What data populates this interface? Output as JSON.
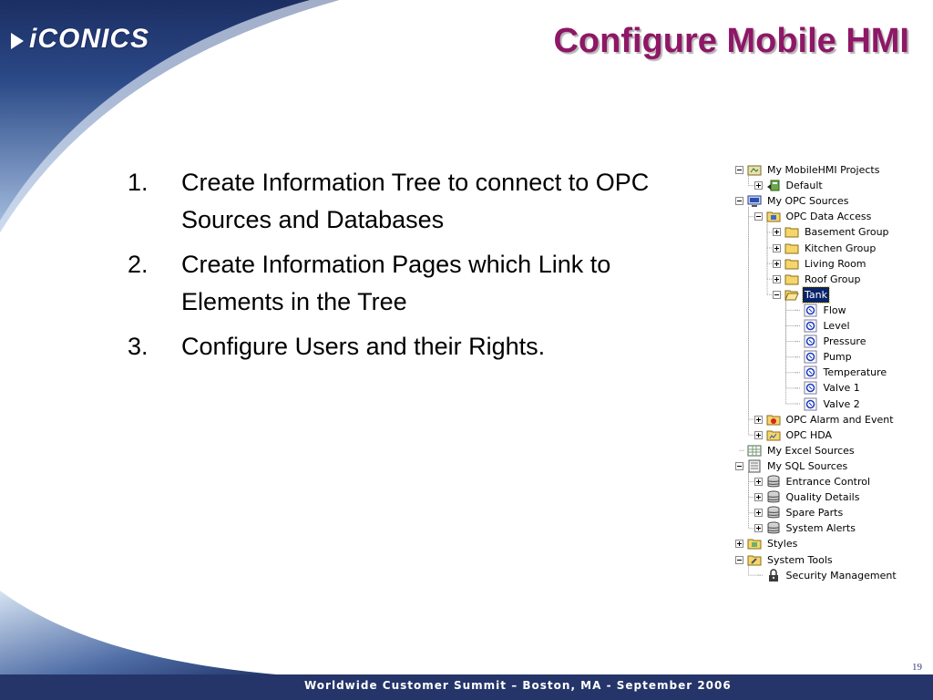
{
  "brand": {
    "logo_text": "iCONICS"
  },
  "slide": {
    "title": "Configure Mobile HMI",
    "steps": [
      {
        "num": "1.",
        "text": "Create Information Tree to connect to OPC Sources and Databases"
      },
      {
        "num": "2.",
        "text": "Create Information Pages which Link to Elements in the Tree"
      },
      {
        "num": "3.",
        "text": "Configure Users and their Rights."
      }
    ],
    "footer": "Worldwide Customer Summit – Boston, MA - September 2006",
    "page_number": "19"
  },
  "tree": {
    "nodes": [
      {
        "label": "My MobileHMI Projects",
        "depth": 0,
        "expander": "minus",
        "icon": "mobile-projects-icon"
      },
      {
        "label": "Default",
        "depth": 1,
        "expander": "plus",
        "icon": "project-icon"
      },
      {
        "label": "My OPC Sources",
        "depth": 0,
        "expander": "minus",
        "icon": "opc-sources-icon"
      },
      {
        "label": "OPC Data Access",
        "depth": 1,
        "expander": "minus",
        "icon": "opc-folder-icon"
      },
      {
        "label": "Basement Group",
        "depth": 2,
        "expander": "plus",
        "icon": "folder-icon"
      },
      {
        "label": "Kitchen Group",
        "depth": 2,
        "expander": "plus",
        "icon": "folder-icon"
      },
      {
        "label": "Living Room",
        "depth": 2,
        "expander": "plus",
        "icon": "folder-icon"
      },
      {
        "label": "Roof Group",
        "depth": 2,
        "expander": "plus",
        "icon": "folder-icon"
      },
      {
        "label": "Tank",
        "depth": 2,
        "expander": "minus",
        "icon": "open-folder-icon",
        "selected": true
      },
      {
        "label": "Flow",
        "depth": 3,
        "expander": "none",
        "icon": "tag-icon"
      },
      {
        "label": "Level",
        "depth": 3,
        "expander": "none",
        "icon": "tag-icon"
      },
      {
        "label": "Pressure",
        "depth": 3,
        "expander": "none",
        "icon": "tag-icon"
      },
      {
        "label": "Pump",
        "depth": 3,
        "expander": "none",
        "icon": "tag-icon"
      },
      {
        "label": "Temperature",
        "depth": 3,
        "expander": "none",
        "icon": "tag-icon"
      },
      {
        "label": "Valve 1",
        "depth": 3,
        "expander": "none",
        "icon": "tag-icon"
      },
      {
        "label": "Valve 2",
        "depth": 3,
        "expander": "none",
        "icon": "tag-icon"
      },
      {
        "label": "OPC Alarm and Event",
        "depth": 1,
        "expander": "plus",
        "icon": "alarm-folder-icon"
      },
      {
        "label": "OPC HDA",
        "depth": 1,
        "expander": "plus",
        "icon": "hda-folder-icon"
      },
      {
        "label": "My Excel Sources",
        "depth": 0,
        "expander": "none",
        "icon": "excel-sources-icon"
      },
      {
        "label": "My SQL Sources",
        "depth": 0,
        "expander": "minus",
        "icon": "sql-sources-icon"
      },
      {
        "label": "Entrance Control",
        "depth": 1,
        "expander": "plus",
        "icon": "database-icon"
      },
      {
        "label": "Quality Details",
        "depth": 1,
        "expander": "plus",
        "icon": "database-icon"
      },
      {
        "label": "Spare Parts",
        "depth": 1,
        "expander": "plus",
        "icon": "database-icon"
      },
      {
        "label": "System Alerts",
        "depth": 1,
        "expander": "plus",
        "icon": "database-icon"
      },
      {
        "label": "Styles",
        "depth": 0,
        "expander": "plus",
        "icon": "styles-folder-icon"
      },
      {
        "label": "System Tools",
        "depth": 0,
        "expander": "minus",
        "icon": "tools-folder-icon"
      },
      {
        "label": "Security Management",
        "depth": 1,
        "expander": "none",
        "icon": "lock-icon"
      }
    ]
  },
  "colors": {
    "title": "#8e1766",
    "footer_bg": "#25356a",
    "swoosh_dark": "#1c2e63",
    "swoosh_light": "#8fb0d8",
    "selection": "#0a246a"
  }
}
